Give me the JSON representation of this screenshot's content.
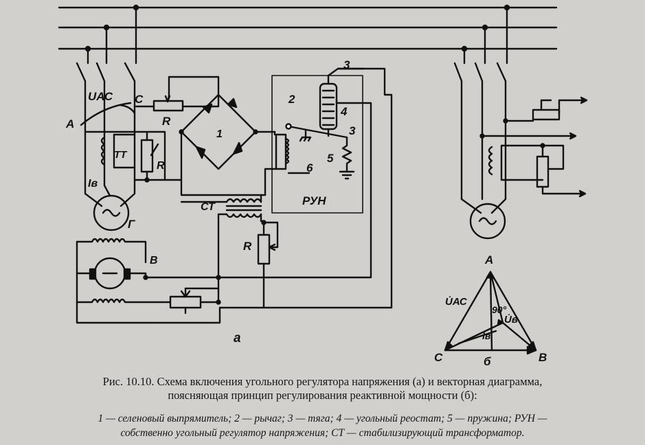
{
  "diagram": {
    "labels": {
      "u_ac": "UАС",
      "c_node": "С",
      "a_node": "А",
      "r_top": "R",
      "tt": "ТТ",
      "r_tt": "R",
      "i_v": "Iв",
      "gen": "Г",
      "bridge_num": "1",
      "lever_num": "2",
      "rod_num_top": "3",
      "rod_num": "3",
      "rheostat_num": "4",
      "spring_num": "5",
      "coil_num": "6",
      "run": "РУН",
      "st": "СТ",
      "r_mid": "R",
      "exciter": "В",
      "part_a": "а"
    },
    "vector": {
      "vertex_a": "А",
      "vertex_b": "В",
      "vertex_c": "С",
      "u_ac": "U̇АС",
      "u_v": "U̇в",
      "i_v": "İв",
      "angle": "90°",
      "part_b": "б"
    }
  },
  "caption": {
    "line1": "Рис. 10.10. Схема включения угольного регулятора напряжения (а) и векторная диаграмма,",
    "line2": "поясняющая принцип регулирования реактивной мощности (б):"
  },
  "legend": {
    "line1": "1 — селеновый выпрямитель; 2 — рычаг; 3 — тяга; 4 — угольный реостат; 5 — пружина; РУН —",
    "line2": "собственно угольный регулятор напряжения; СТ — стабилизирующий трансформатор."
  },
  "colors": {
    "ink": "#111111",
    "paper": "#d2d0cc"
  }
}
